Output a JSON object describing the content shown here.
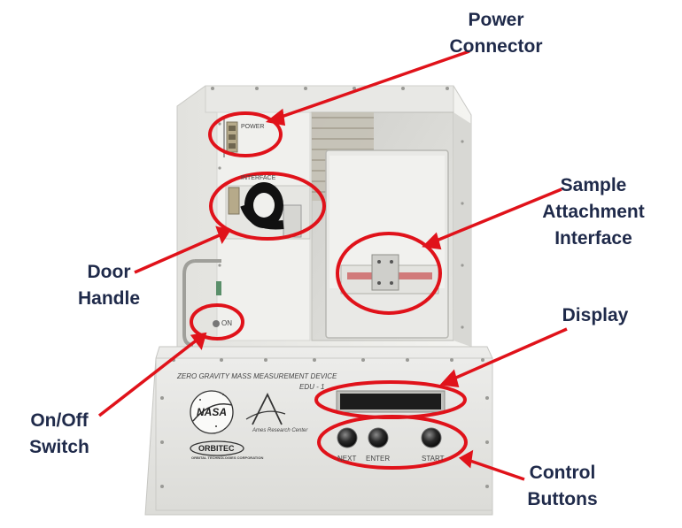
{
  "callouts": {
    "power_connector": [
      "Power",
      "Connector"
    ],
    "sample_interface": [
      "Sample",
      "Attachment",
      "Interface"
    ],
    "door_handle": [
      "Door",
      "Handle"
    ],
    "display": [
      "Display"
    ],
    "on_off_switch": [
      "On/Off",
      "Switch"
    ],
    "control_buttons": [
      "Control",
      "Buttons"
    ]
  },
  "device_labels": {
    "power": "POWER",
    "interface": "INTERFACE",
    "on": "ON",
    "title": "ZERO GRAVITY MASS MEASUREMENT DEVICE",
    "model": "EDU - 1",
    "nasa": "NASA",
    "ames": "Ames Research Center",
    "orbitec": "ORBITEC",
    "orbitec_sub": "ORBITAL TECHNOLOGIES CORPORATION",
    "next": "NEXT",
    "enter": "ENTER",
    "start": "START"
  },
  "colors": {
    "annotation_red": "#e0121a",
    "label_navy": "#1f2a4a",
    "device_white": "#ecece8",
    "display_dark": "#1c1c1c"
  }
}
